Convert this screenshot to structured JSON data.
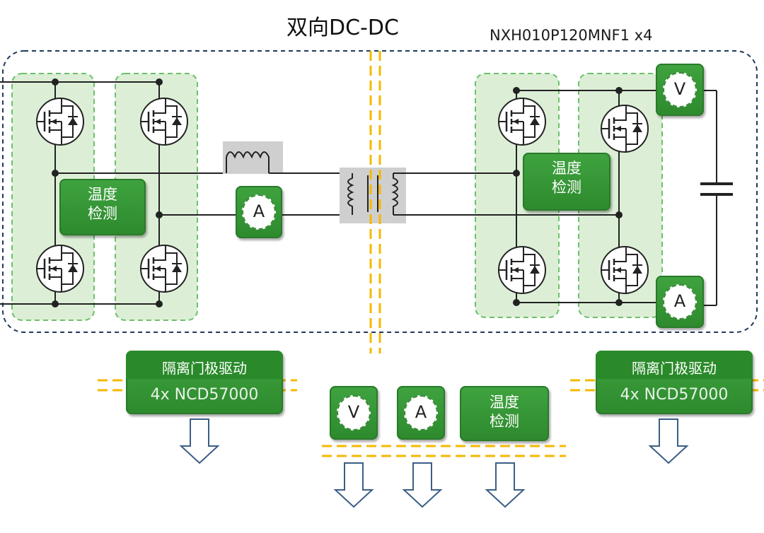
{
  "title": "双向DC-DC",
  "module_label": "NXH010P120MNF1 x4",
  "temp_label_line1": "温度",
  "temp_label_line2": "检测",
  "voltage_symbol": "V",
  "current_symbol": "A",
  "driver": {
    "label": "隔离门极驱动",
    "part": "4x NCD57000"
  },
  "colors": {
    "green_block": "#319331",
    "half_bridge_fill": "#dcefd6",
    "isolation_line": "#f5b800",
    "system_border": "#1f3a5a",
    "transformer_fill": "#cfcfcf",
    "arrow_stroke": "#3b5e86"
  }
}
